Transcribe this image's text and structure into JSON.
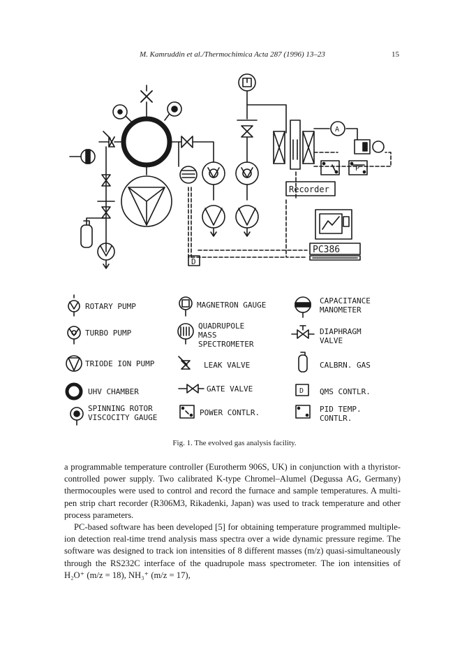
{
  "header": {
    "running_head": "M. Kamruddin et al./Thermochimica Acta 287 (1996) 13–23",
    "page_number": "15"
  },
  "figure": {
    "labels": {
      "recorder": "Recorder",
      "pc": "PC386",
      "ammeter": "A",
      "qms_box": "D",
      "pid_box": "P"
    },
    "legend": {
      "rotary_pump": "ROTARY PUMP",
      "turbo_pump": "TURBO PUMP",
      "triode_ion_pump": "TRIODE ION PUMP",
      "uhv_chamber": "UHV CHAMBER",
      "spinning_rotor_1": "SPINNING ROTOR",
      "spinning_rotor_2": "VISCOCITY GAUGE",
      "magnetron_gauge": "MAGNETRON GAUGE",
      "qms_1": "QUADRUPOLE",
      "qms_2": "MASS",
      "qms_3": "SPECTROMETER",
      "leak_valve": "LEAK VALVE",
      "gate_valve": "GATE VALVE",
      "power_contlr": "POWER CONTLR.",
      "capacitance_1": "CAPACITANCE",
      "capacitance_2": "MANOMETER",
      "diaphragm_1": "DIAPHRAGM",
      "diaphragm_2": "VALVE",
      "calbrn_gas": "CALBRN. GAS",
      "qms_contlr": "QMS CONTLR.",
      "qms_contlr_sym": "D",
      "pid_1": "PID TEMP.",
      "pid_2": "CONTLR."
    }
  },
  "caption": "Fig. 1. The evolved gas analysis facility.",
  "body": {
    "paragraphs": [
      "a programmable temperature controller (Eurotherm 906S, UK) in conjunction with a thyristor-controlled power supply. Two calibrated K-type Chromel–Alumel (Degussa AG, Germany) thermocouples were used to control and record the furnace and sample temperatures. A multi-pen strip chart recorder (R306M3, Rikadenki, Japan) was used to track temperature and other process parameters.",
      "PC-based software has been developed [5] for obtaining temperature programmed multiple-ion detection real-time trend analysis mass spectra over a wide dynamic pressure regime. The software was designed to track ion intensities of 8 different masses (m/z) quasi-simultaneously through the RS232C interface of the quadrupole mass spectrometer. The ion intensities of H₂O⁺ (m/z = 18), NH₃⁺ (m/z = 17),"
    ]
  }
}
